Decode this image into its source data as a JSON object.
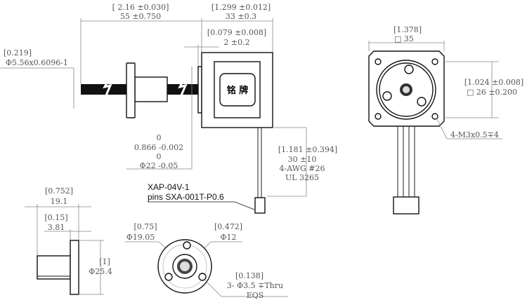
{
  "title": "Linear stepper motor dimension drawing",
  "side_view": {
    "lead_length_in": "[ 2.16 ±0.030]",
    "lead_length_mm": "55 ±0.750",
    "body_length_in": "[1.299 ±0.012]",
    "body_length_mm": "33 ±0.3",
    "boss_length_in": "[0.079 ±0.008]",
    "boss_length_mm": "2 ±0.2",
    "screw_dia_in": "[0.219]",
    "screw_spec": "Φ5.56x0.6096-1",
    "nameplate": "铭 牌",
    "boss_dia_upper_tol_in": "0",
    "boss_dia_in": "0.866 -0.002",
    "boss_dia_upper_tol_mm": "0",
    "boss_dia_mm": "Φ22 -0.05",
    "lead_wire_in": "[1.181 ±0.394]",
    "lead_wire_mm": "30 ±10",
    "wire_gauge": "4-AWG #26",
    "wire_ul": "UL 3265",
    "connector_model": "XAP-04V-1",
    "connector_pins": "pins SXA-001T-P0.6"
  },
  "front_view": {
    "width_in": "[1.378]",
    "width_mm": "□ 35",
    "hole_pitch_in": "[1.024 ±0.008]",
    "hole_pitch_mm": "□  26 ±0.200",
    "mount_holes": "4-M3x0.5∓4"
  },
  "nut_side_view": {
    "length_in": "[0.752]",
    "length_mm": "19.1",
    "flange_thk_in": "[0.15]",
    "flange_thk_mm": "3.81",
    "flange_dia_in": "[1]",
    "flange_dia_mm": "Φ25.4"
  },
  "nut_front_view": {
    "pcd_in": "[0.75]",
    "pcd_mm": "Φ19.05",
    "body_dia_in": "[0.472]",
    "body_dia_mm": "Φ12",
    "hole_in": "[0.138]",
    "hole_spec": "3-  Φ3.5 ∓Thru",
    "hole_eqs": "EQS"
  }
}
